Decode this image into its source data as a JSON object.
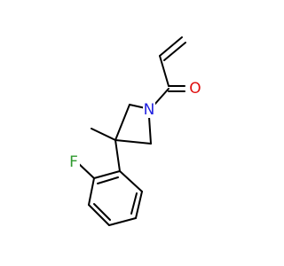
{
  "molecule": {
    "colors": {
      "bond": "#000000",
      "nitrogen": "#1f1fe0",
      "oxygen": "#e01010",
      "fluorine": "#2f9a2f",
      "carbon_label": "#000000"
    },
    "atoms": {
      "fluorine": {
        "label": "F",
        "element": "F"
      },
      "methyl": {
        "label": "",
        "element": "C"
      },
      "nitrogen": {
        "label": "N",
        "element": "N"
      },
      "oxygen": {
        "label": "O",
        "element": "O"
      }
    },
    "groups": [
      "acryloyl",
      "azetidine",
      "methyl",
      "2-fluorophenyl"
    ]
  }
}
